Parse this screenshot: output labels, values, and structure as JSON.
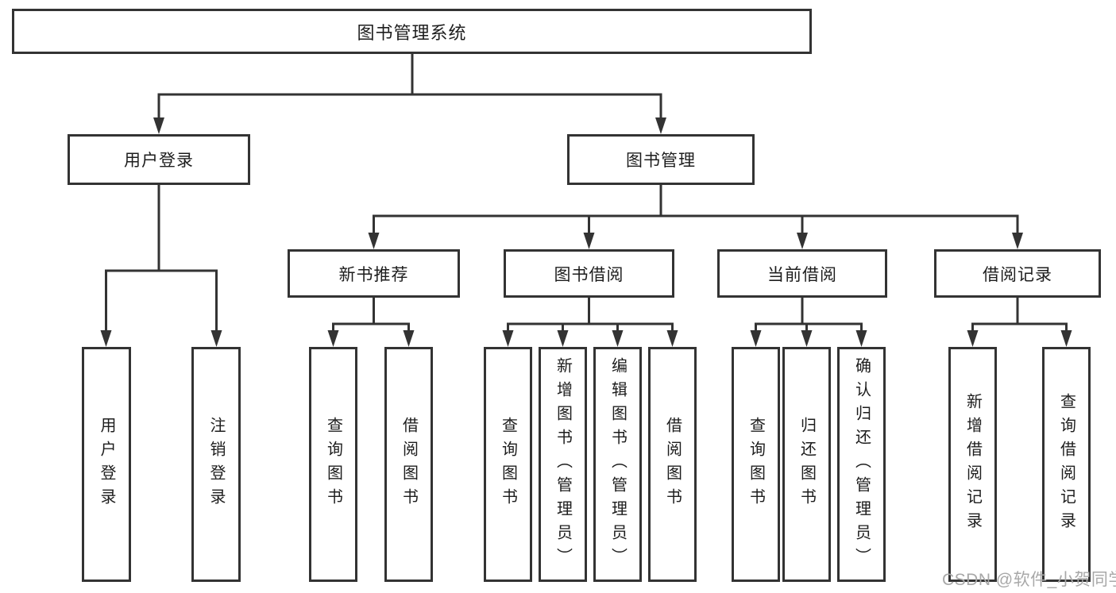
{
  "diagram": {
    "colors": {
      "line": "#333333",
      "node_border": "#333333",
      "node_text": "#1d1d1d",
      "background": "#ffffff",
      "watermark": "#a8a8a8"
    },
    "tree": {
      "root": "图书管理系统",
      "branches": [
        {
          "label": "用户登录",
          "children": [
            "用户登录",
            "注销登录"
          ]
        },
        {
          "label": "图书管理",
          "sections": [
            {
              "label": "新书推荐",
              "children": [
                "查询图书",
                "借阅图书"
              ]
            },
            {
              "label": "图书借阅",
              "children": [
                "查询图书",
                "新增图书（管理员）",
                "编辑图书（管理员）",
                "借阅图书"
              ]
            },
            {
              "label": "当前借阅",
              "children": [
                "查询图书",
                "归还图书",
                "确认归还（管理员）"
              ]
            },
            {
              "label": "借阅记录",
              "children": [
                "新增借阅记录",
                "查询借阅记录"
              ]
            }
          ]
        }
      ]
    },
    "watermark": {
      "text": "CSDN @软件_小贺同学"
    }
  }
}
